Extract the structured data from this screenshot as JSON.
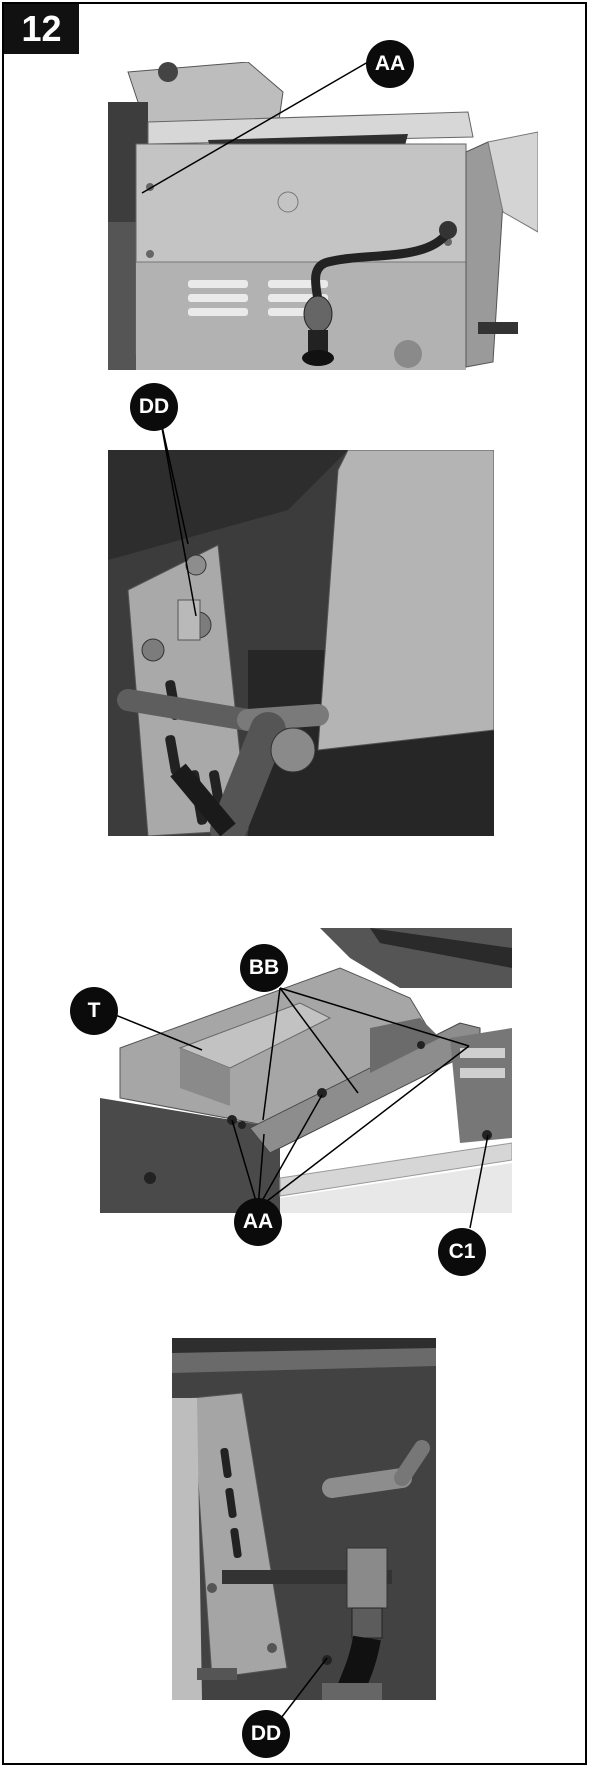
{
  "step": {
    "number": "12"
  },
  "callouts": {
    "aa_top": "AA",
    "dd_panel2": "DD",
    "bb": "BB",
    "t": "T",
    "aa_panel3": "AA",
    "c1": "C1",
    "dd_panel4": "DD"
  },
  "colors": {
    "frame": "#000000",
    "badge": "#111111",
    "metal_light": "#c9c9c9",
    "metal_mid": "#8e8e8e",
    "metal_dark": "#3a3a3a",
    "callout_bg": "#0b0b0b",
    "callout_text": "#ffffff"
  }
}
